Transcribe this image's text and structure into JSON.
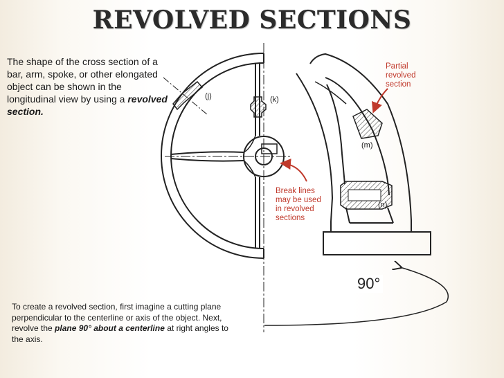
{
  "title": "REVOLVED SECTIONS",
  "intro": {
    "text": "The shape of the cross section of a bar, arm,  spoke, or other elongated object can be shown in the longitudinal view by using a ",
    "emphasis": "revolved section."
  },
  "labels": {
    "j": "(j)",
    "k": "(k)",
    "m": "(m)",
    "n": "(n)"
  },
  "callouts": {
    "partial": [
      "Partial",
      "revolved",
      "section"
    ],
    "break_lines": [
      "Break lines",
      "may be used",
      "in revolved",
      "sections"
    ]
  },
  "angle": "90°",
  "caption": {
    "text1": "To create a revolved section, first imagine a cutting plane perpendicular to the centerline or axis of the object. Next, revolve the ",
    "emphasis1": "plane 90° about a centerline",
    "text2": " at right angles to the axis."
  },
  "colors": {
    "callout": "#c0392b",
    "arrow": "#c0392b",
    "ink": "#222222",
    "hatch": "#333333"
  }
}
